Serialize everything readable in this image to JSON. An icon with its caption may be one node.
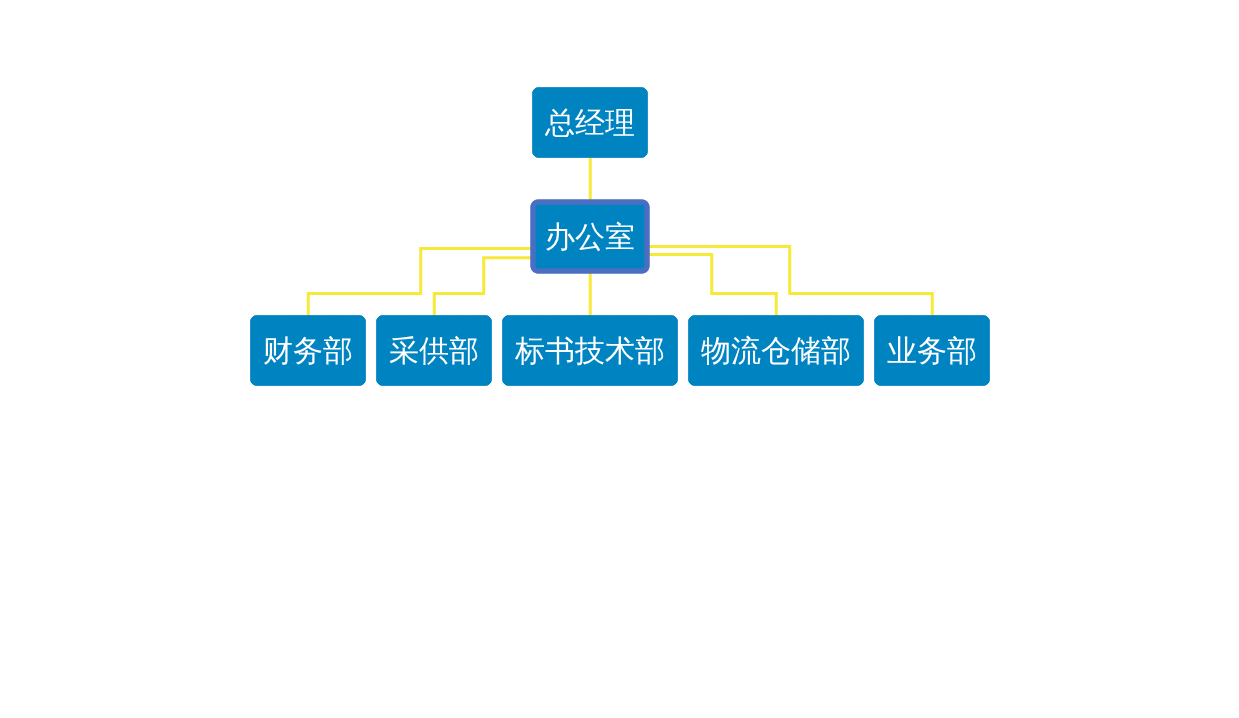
{
  "diagram": {
    "nodes": [
      {
        "text": [
          "总经理"
        ]
      },
      {
        "text": [
          "办公室"
        ]
      },
      {
        "text": [
          "财务部"
        ]
      },
      {
        "text": [
          "采供部"
        ]
      },
      {
        "text": [
          "标书技术部"
        ]
      },
      {
        "text": [
          "物流仓储部"
        ]
      },
      {
        "text": [
          "业务部"
        ]
      }
    ],
    "edges": [
      {
        "from": 0,
        "to": 1,
        "arrow": "none"
      },
      {
        "from": 1,
        "to": 2,
        "arrow": "none"
      },
      {
        "from": 1,
        "to": 3,
        "arrow": "none"
      },
      {
        "from": 1,
        "to": 4,
        "arrow": "none"
      },
      {
        "from": 1,
        "to": 5,
        "arrow": "none"
      },
      {
        "from": 1,
        "to": 6,
        "arrow": "none"
      }
    ]
  }
}
